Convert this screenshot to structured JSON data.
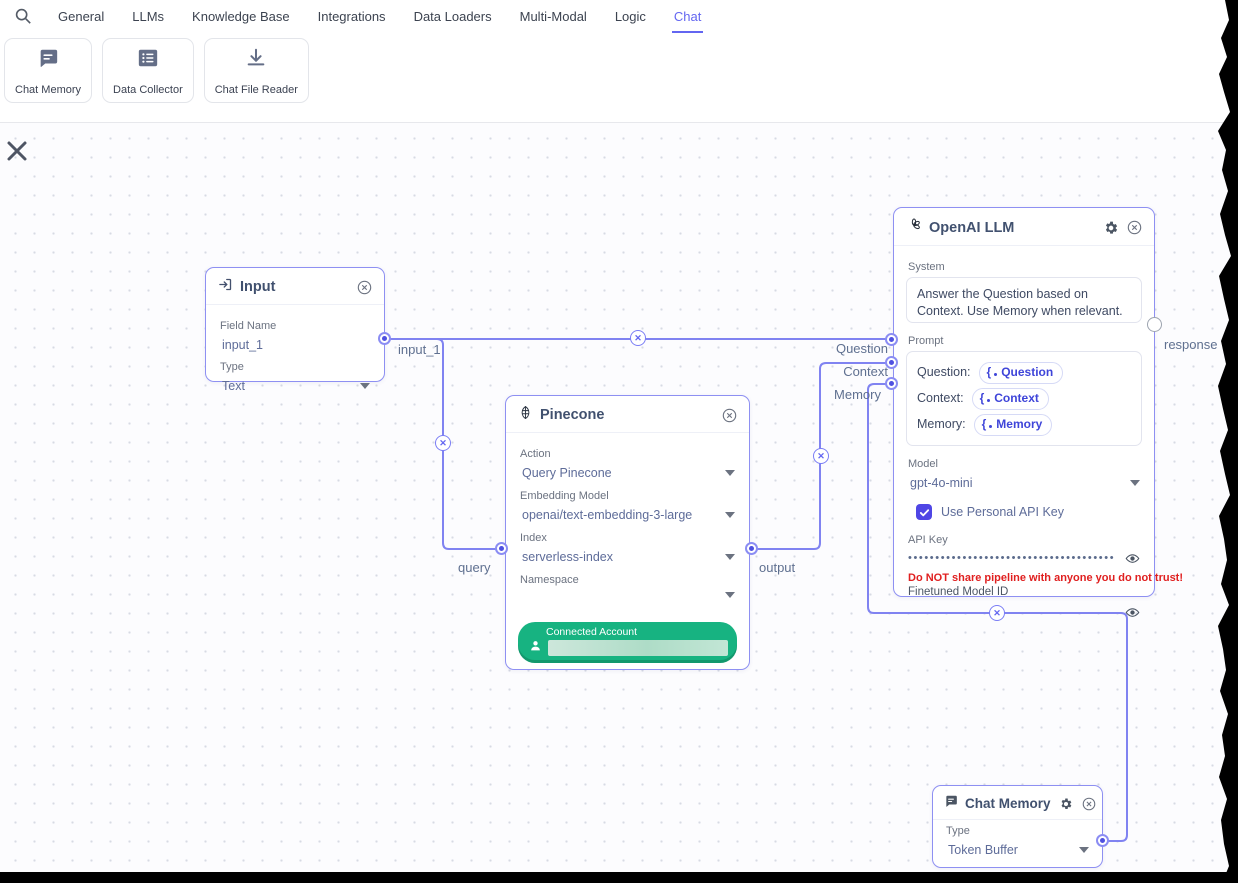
{
  "nav": {
    "tabs": [
      {
        "label": "General",
        "active": false
      },
      {
        "label": "LLMs",
        "active": false
      },
      {
        "label": "Knowledge Base",
        "active": false
      },
      {
        "label": "Integrations",
        "active": false
      },
      {
        "label": "Data Loaders",
        "active": false
      },
      {
        "label": "Multi-Modal",
        "active": false
      },
      {
        "label": "Logic",
        "active": false
      },
      {
        "label": "Chat",
        "active": true
      }
    ],
    "search_icon": "search-icon"
  },
  "palette": {
    "items": [
      {
        "label": "Chat Memory",
        "icon": "chat-bubble-icon"
      },
      {
        "label": "Data Collector",
        "icon": "data-table-icon"
      },
      {
        "label": "Chat File Reader",
        "icon": "download-icon"
      }
    ]
  },
  "canvas": {
    "close_icon": "close-x-icon",
    "nodes": {
      "input": {
        "title": "Input",
        "field_name_label": "Field Name",
        "field_name_value": "input_1",
        "type_label": "Type",
        "type_value": "Text"
      },
      "pinecone": {
        "title": "Pinecone",
        "action_label": "Action",
        "action_value": "Query Pinecone",
        "embedding_label": "Embedding Model",
        "embedding_value": "openai/text-embedding-3-large",
        "index_label": "Index",
        "index_value": "serverless-index",
        "namespace_label": "Namespace",
        "namespace_value": "",
        "connected_account_label": "Connected Account"
      },
      "openai": {
        "title": "OpenAI LLM",
        "system_label": "System",
        "system_value": "Answer the Question based on Context. Use Memory when relevant.",
        "prompt_label": "Prompt",
        "prompt_rows": [
          {
            "key": "Question:",
            "chip": "Question"
          },
          {
            "key": "Context:",
            "chip": "Context"
          },
          {
            "key": "Memory:",
            "chip": "Memory"
          }
        ],
        "model_label": "Model",
        "model_value": "gpt-4o-mini",
        "checkbox_label": "Use Personal API Key",
        "checkbox_checked": true,
        "api_key_label": "API Key",
        "api_key_masked": "......................................",
        "warning": "Do NOT share pipeline with anyone you do not trust!",
        "finetuned_label": "Finetuned Model ID"
      },
      "chat_memory": {
        "title": "Chat Memory",
        "type_label": "Type",
        "type_value": "Token Buffer"
      }
    },
    "edge_labels": {
      "input_1": "input_1",
      "query": "query",
      "output": "output",
      "question": "Question",
      "context": "Context",
      "memory": "Memory",
      "response": "response"
    }
  },
  "colors": {
    "accent": "#6366f1",
    "node_border": "#8e90f2",
    "edge": "#8083f1",
    "connected_green": "#17b381",
    "warning_red": "#e02020",
    "value_text": "#5e6c99",
    "title_text": "#41516f"
  }
}
